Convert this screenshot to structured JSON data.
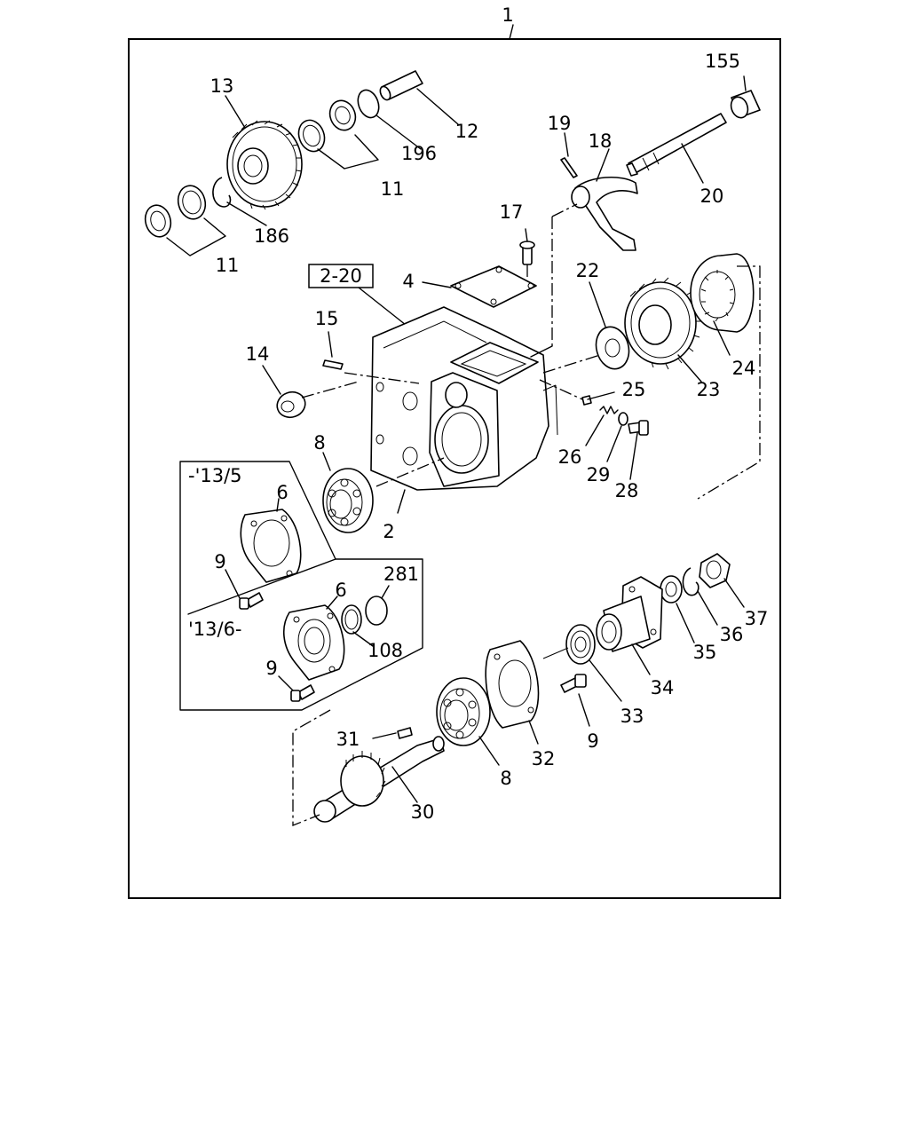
{
  "diagram": {
    "assembly_callout": "1",
    "reference_box": "2-20",
    "variant_labels": {
      "early": "-'13/5",
      "late": "'13/6-"
    },
    "callouts": [
      {
        "key": "c155",
        "text": "155"
      },
      {
        "key": "c13",
        "text": "13"
      },
      {
        "key": "c12",
        "text": "12"
      },
      {
        "key": "c196",
        "text": "196"
      },
      {
        "key": "c11a",
        "text": "11"
      },
      {
        "key": "c186",
        "text": "186"
      },
      {
        "key": "c11b",
        "text": "11"
      },
      {
        "key": "c19",
        "text": "19"
      },
      {
        "key": "c18",
        "text": "18"
      },
      {
        "key": "c20",
        "text": "20"
      },
      {
        "key": "c17",
        "text": "17"
      },
      {
        "key": "c4",
        "text": "4"
      },
      {
        "key": "c22",
        "text": "22"
      },
      {
        "key": "c15",
        "text": "15"
      },
      {
        "key": "c14",
        "text": "14"
      },
      {
        "key": "c24",
        "text": "24"
      },
      {
        "key": "c23",
        "text": "23"
      },
      {
        "key": "c25",
        "text": "25"
      },
      {
        "key": "c26",
        "text": "26"
      },
      {
        "key": "c29",
        "text": "29"
      },
      {
        "key": "c28",
        "text": "28"
      },
      {
        "key": "c8a",
        "text": "8"
      },
      {
        "key": "c2",
        "text": "2"
      },
      {
        "key": "c6a",
        "text": "6"
      },
      {
        "key": "c9a",
        "text": "9"
      },
      {
        "key": "c6b",
        "text": "6"
      },
      {
        "key": "c281",
        "text": "281"
      },
      {
        "key": "c108",
        "text": "108"
      },
      {
        "key": "c9b",
        "text": "9"
      },
      {
        "key": "c37",
        "text": "37"
      },
      {
        "key": "c36",
        "text": "36"
      },
      {
        "key": "c35",
        "text": "35"
      },
      {
        "key": "c34",
        "text": "34"
      },
      {
        "key": "c33",
        "text": "33"
      },
      {
        "key": "c9c",
        "text": "9"
      },
      {
        "key": "c32",
        "text": "32"
      },
      {
        "key": "c8b",
        "text": "8"
      },
      {
        "key": "c31",
        "text": "31"
      },
      {
        "key": "c30",
        "text": "30"
      }
    ]
  }
}
